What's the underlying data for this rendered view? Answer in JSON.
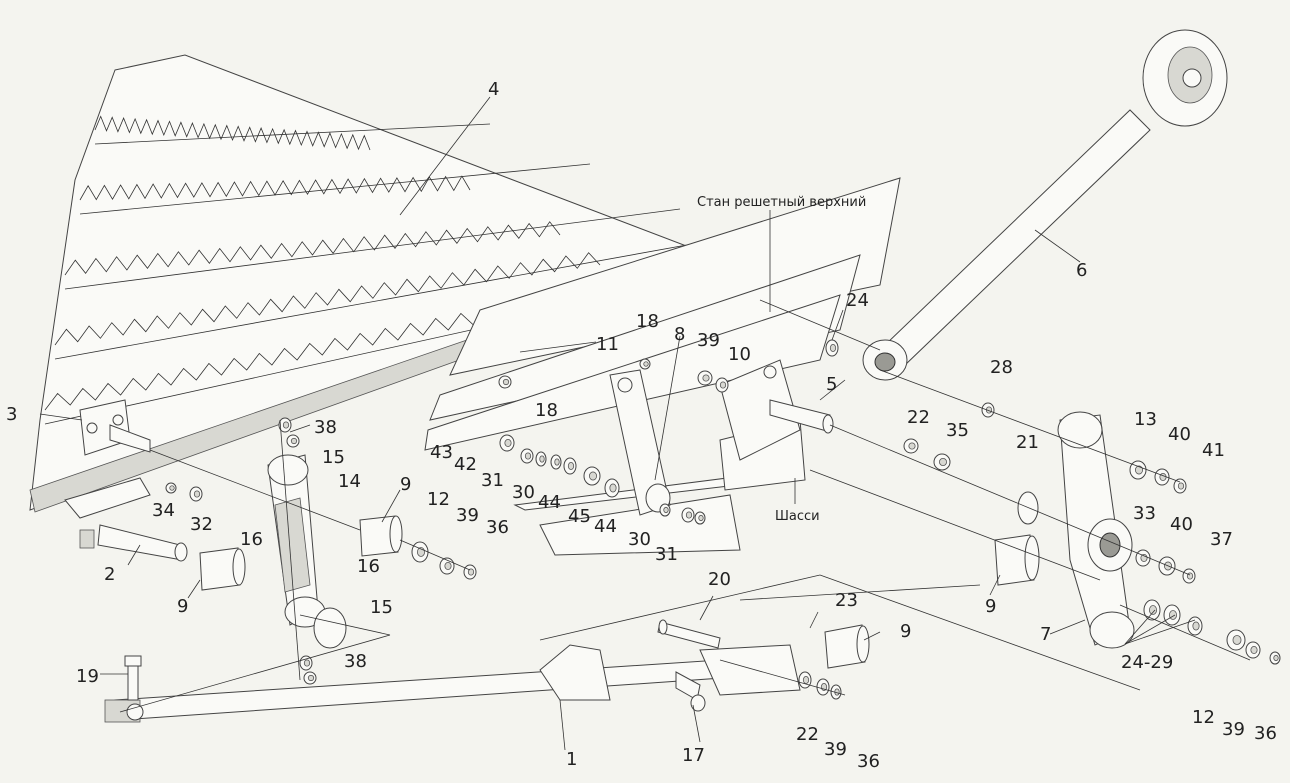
{
  "captions": {
    "upper_sieve_frame": "Стан решетный верхний",
    "chassis": "Шасси"
  },
  "callouts": [
    {
      "id": "c1",
      "text": "1"
    },
    {
      "id": "c2",
      "text": "2"
    },
    {
      "id": "c3",
      "text": "3"
    },
    {
      "id": "c4",
      "text": "4"
    },
    {
      "id": "c5",
      "text": "5"
    },
    {
      "id": "c6",
      "text": "6"
    },
    {
      "id": "c7",
      "text": "7"
    },
    {
      "id": "c8",
      "text": "8"
    },
    {
      "id": "c9a",
      "text": "9"
    },
    {
      "id": "c9b",
      "text": "9"
    },
    {
      "id": "c9c",
      "text": "9"
    },
    {
      "id": "c9d",
      "text": "9"
    },
    {
      "id": "c10",
      "text": "10"
    },
    {
      "id": "c11",
      "text": "11"
    },
    {
      "id": "c12a",
      "text": "12"
    },
    {
      "id": "c12b",
      "text": "12"
    },
    {
      "id": "c13",
      "text": "13"
    },
    {
      "id": "c14",
      "text": "14"
    },
    {
      "id": "c15a",
      "text": "15"
    },
    {
      "id": "c15b",
      "text": "15"
    },
    {
      "id": "c16a",
      "text": "16"
    },
    {
      "id": "c16b",
      "text": "16"
    },
    {
      "id": "c17",
      "text": "17"
    },
    {
      "id": "c18a",
      "text": "18"
    },
    {
      "id": "c18b",
      "text": "18"
    },
    {
      "id": "c19",
      "text": "19"
    },
    {
      "id": "c20",
      "text": "20"
    },
    {
      "id": "c21",
      "text": "21"
    },
    {
      "id": "c22a",
      "text": "22"
    },
    {
      "id": "c22b",
      "text": "22"
    },
    {
      "id": "c23",
      "text": "23"
    },
    {
      "id": "c24",
      "text": "24"
    },
    {
      "id": "c2429",
      "text": "24-29"
    },
    {
      "id": "c28",
      "text": "28"
    },
    {
      "id": "c30a",
      "text": "30"
    },
    {
      "id": "c30b",
      "text": "30"
    },
    {
      "id": "c31a",
      "text": "31"
    },
    {
      "id": "c31b",
      "text": "31"
    },
    {
      "id": "c32",
      "text": "32"
    },
    {
      "id": "c33",
      "text": "33"
    },
    {
      "id": "c34",
      "text": "34"
    },
    {
      "id": "c35",
      "text": "35"
    },
    {
      "id": "c36a",
      "text": "36"
    },
    {
      "id": "c36b",
      "text": "36"
    },
    {
      "id": "c36c",
      "text": "36"
    },
    {
      "id": "c37",
      "text": "37"
    },
    {
      "id": "c38a",
      "text": "38"
    },
    {
      "id": "c38b",
      "text": "38"
    },
    {
      "id": "c39a",
      "text": "39"
    },
    {
      "id": "c39b",
      "text": "39"
    },
    {
      "id": "c39c",
      "text": "39"
    },
    {
      "id": "c39d",
      "text": "39"
    },
    {
      "id": "c40a",
      "text": "40"
    },
    {
      "id": "c40b",
      "text": "40"
    },
    {
      "id": "c41",
      "text": "41"
    },
    {
      "id": "c42",
      "text": "42"
    },
    {
      "id": "c43",
      "text": "43"
    },
    {
      "id": "c44a",
      "text": "44"
    },
    {
      "id": "c44b",
      "text": "44"
    },
    {
      "id": "c45",
      "text": "45"
    }
  ]
}
